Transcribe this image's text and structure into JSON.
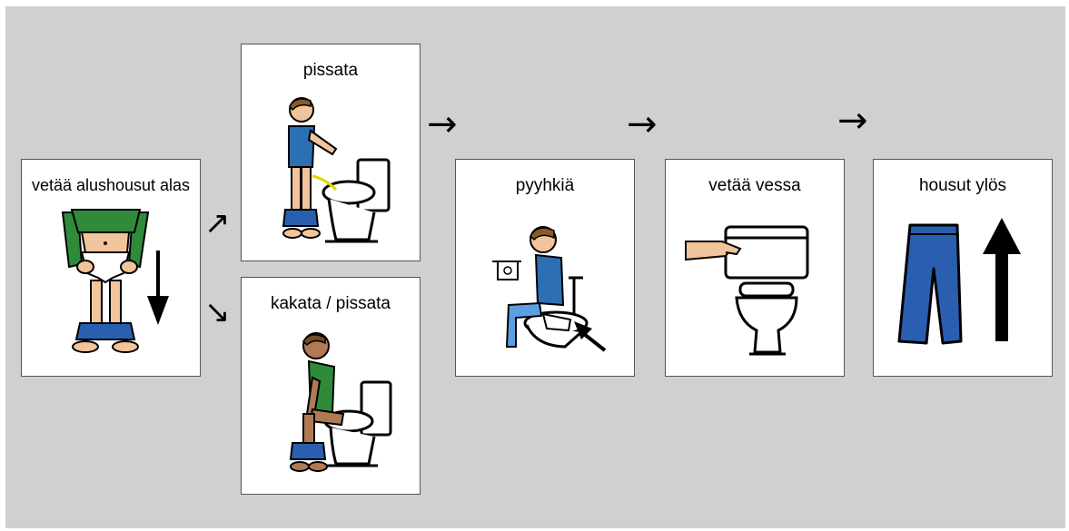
{
  "steps": {
    "pull_down": {
      "label": "vetää alushousut alas",
      "icon": "child-pulling-underwear-down"
    },
    "pee": {
      "label": "pissata",
      "icon": "boy-peeing-standing"
    },
    "poop": {
      "label": "kakata / pissata",
      "icon": "child-sitting-on-toilet"
    },
    "wipe": {
      "label": "pyyhkiä",
      "icon": "boy-wiping-with-paper"
    },
    "flush": {
      "label": "vetää vessa",
      "icon": "hand-flushing-toilet"
    },
    "pants_up": {
      "label": "housut ylös",
      "icon": "pants-with-up-arrow"
    }
  },
  "arrows": {
    "up_right": "↗",
    "down_right": "↘",
    "right": "→"
  },
  "colors": {
    "background": "#d0d0d0",
    "card": "#ffffff",
    "shirt_blue": "#2d6fb5",
    "shirt_green": "#2f8a3a",
    "pants_blue": "#2a5fb0",
    "skin": "#f2c49b"
  }
}
